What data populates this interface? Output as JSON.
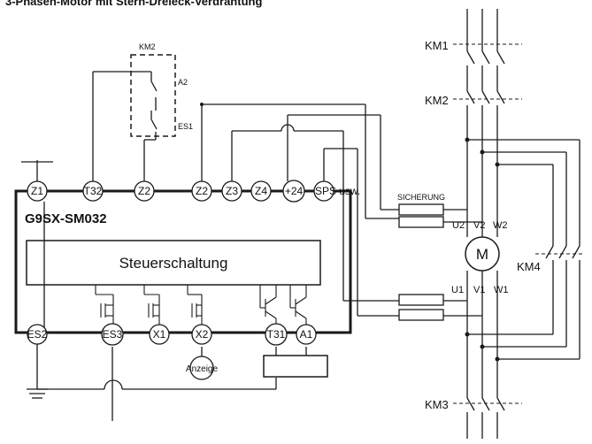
{
  "title": "3-Phasen-Motor mit Stern-Dreieck-Verdrahtung",
  "relay_box": {
    "name": "G9SX-SM032",
    "control_label": "Steuerschaltung"
  },
  "top_terminals": [
    "Z1",
    "T32",
    "Z2",
    "Z2",
    "Z3",
    "Z4",
    "+24",
    "SPS usw."
  ],
  "bottom_terminals": [
    "ES2",
    "ES3",
    "X1",
    "X2",
    "T31",
    "A1"
  ],
  "indicator_label": "Anzeige",
  "contact_box": {
    "name": "KM2",
    "label_a2": "A2",
    "label_es1": "ES1"
  },
  "fuse_label": "SICHERUNG",
  "contactors": {
    "km1": "KM1",
    "km2": "KM2",
    "km3": "KM3",
    "km4": "KM4"
  },
  "motor": {
    "label": "M",
    "u2": "U2",
    "v2": "V2",
    "w2": "W2",
    "u1": "U1",
    "v1": "V1",
    "w1": "W1"
  },
  "colors": {
    "line": "#1a1a1a",
    "background": "#ffffff"
  }
}
